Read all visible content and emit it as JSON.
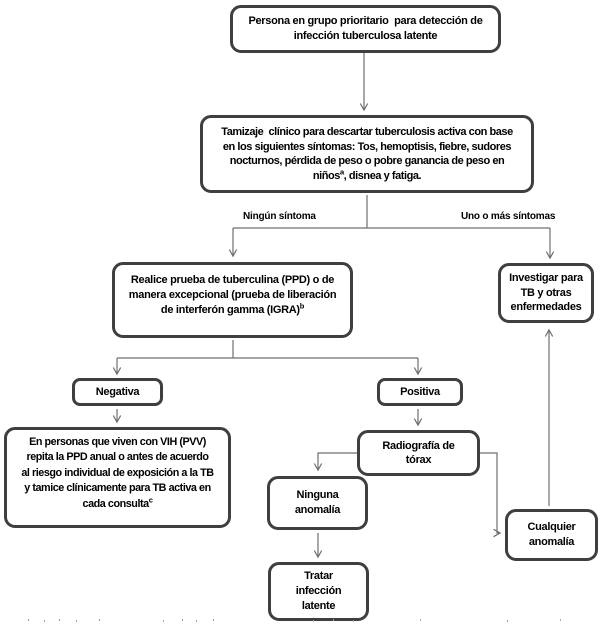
{
  "palette": {
    "box_border": "#3f3f3f",
    "connector": "#6f6f6f",
    "text": "#000000",
    "background": "#ffffff"
  },
  "flowchart": {
    "nodes": {
      "priority_group": {
        "line1": "Persona en grupo prioritario  para detección de",
        "line2": "infección tuberculosa latente"
      },
      "clinical_screening": {
        "line1": "Tamizaje  clínico para descartar tuberculosis activa con base",
        "line2": "en los siguientes síntomas: Tos, hemoptisis, fiebre, sudores",
        "line3": "nocturnos, pérdida de peso o pobre ganancia de peso en",
        "line4_pre": "niños",
        "line4_sup": "a",
        "line4_post": ", disnea y fatiga."
      },
      "ppd_test": {
        "line1": "Realice prueba de tuberculina (PPD) o de",
        "line2": "manera excepcional (prueba de liberación",
        "line3_pre": "de interferón gamma (IGRA)",
        "line3_sup": "b"
      },
      "investigate_tb": {
        "line1": "Investigar para",
        "line2": "TB y otras",
        "line3": "enfermedades"
      },
      "negative": {
        "label": "Negativa"
      },
      "positive": {
        "label": "Positiva"
      },
      "pvv_followup": {
        "line1": "En personas que viven con VIH (PVV)",
        "line2": "repita la PPD anual o antes de acuerdo",
        "line3": "al riesgo individual de exposición a la TB",
        "line4": "y tamice clínicamente para TB activa en",
        "line5_pre": "cada consulta",
        "line5_sup": "c"
      },
      "chest_xray": {
        "line1": "Radiografía de",
        "line2": "tórax"
      },
      "no_anomaly": {
        "line1": "Ninguna",
        "line2": "anomalía"
      },
      "treat_latent": {
        "line1": "Tratar",
        "line2": "infección",
        "line3": "latente"
      },
      "any_anomaly": {
        "line1": "Cualquier",
        "line2": "anomalía"
      }
    },
    "edge_labels": {
      "no_symptom": "Ningún síntoma",
      "one_or_more_symptoms": "Uno o más síntomas"
    }
  }
}
